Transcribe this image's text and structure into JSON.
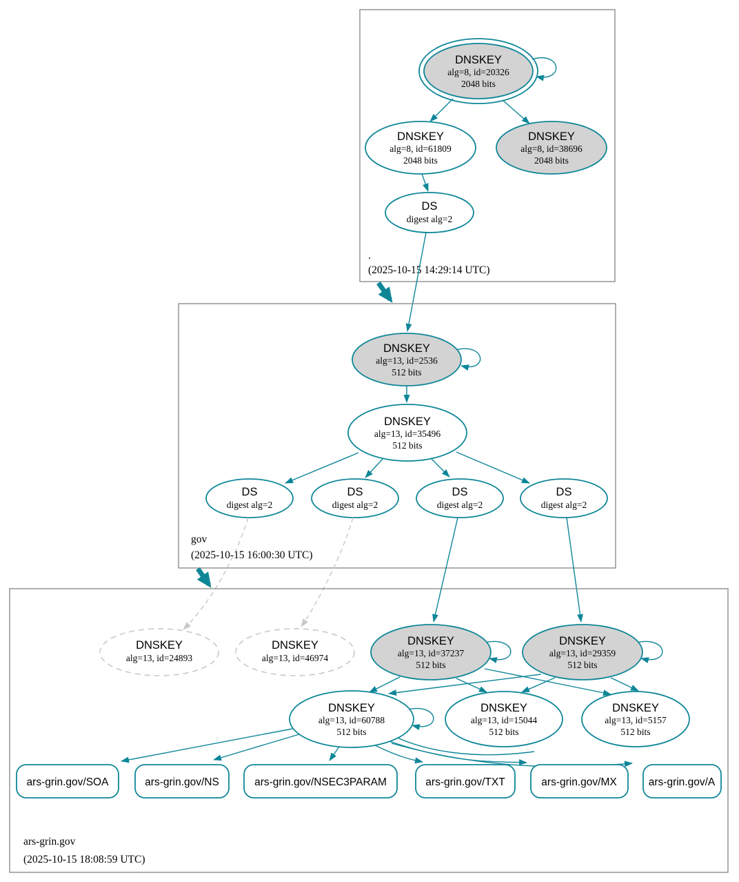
{
  "colors": {
    "secure_teal": "#0e8698",
    "sep_key_fill": "#d3d3d3",
    "missing_key_gray": "#c8c8c8",
    "zone_border_gray": "#7a7a7a"
  },
  "zones": {
    "root": {
      "label": ".",
      "timestamp": "(2025-10-15 14:29:14 UTC)",
      "nodes": {
        "ksk": {
          "title": "DNSKEY",
          "detail": "alg=8, id=20326",
          "bits": "2048 bits"
        },
        "zsk": {
          "title": "DNSKEY",
          "detail": "alg=8, id=61809",
          "bits": "2048 bits"
        },
        "key2": {
          "title": "DNSKEY",
          "detail": "alg=8, id=38696",
          "bits": "2048 bits"
        },
        "ds": {
          "title": "DS",
          "detail": "digest alg=2"
        }
      }
    },
    "gov": {
      "label": "gov",
      "timestamp": "(2025-10-15 16:00:30 UTC)",
      "nodes": {
        "ksk": {
          "title": "DNSKEY",
          "detail": "alg=13, id=2536",
          "bits": "512 bits"
        },
        "zsk": {
          "title": "DNSKEY",
          "detail": "alg=13, id=35496",
          "bits": "512 bits"
        },
        "ds1": {
          "title": "DS",
          "detail": "digest alg=2"
        },
        "ds2": {
          "title": "DS",
          "detail": "digest alg=2"
        },
        "ds3": {
          "title": "DS",
          "detail": "digest alg=2"
        },
        "ds4": {
          "title": "DS",
          "detail": "digest alg=2"
        }
      }
    },
    "arsgrin": {
      "label": "ars-grin.gov",
      "timestamp": "(2025-10-15 18:08:59 UTC)",
      "nodes": {
        "missing1": {
          "title": "DNSKEY",
          "detail": "alg=13, id=24893"
        },
        "missing2": {
          "title": "DNSKEY",
          "detail": "alg=13, id=46974"
        },
        "ksk1": {
          "title": "DNSKEY",
          "detail": "alg=13, id=37237",
          "bits": "512 bits"
        },
        "ksk2": {
          "title": "DNSKEY",
          "detail": "alg=13, id=29359",
          "bits": "512 bits"
        },
        "zsk1": {
          "title": "DNSKEY",
          "detail": "alg=13, id=60788",
          "bits": "512 bits"
        },
        "zsk2": {
          "title": "DNSKEY",
          "detail": "alg=13, id=15044",
          "bits": "512 bits"
        },
        "zsk3": {
          "title": "DNSKEY",
          "detail": "alg=13, id=5157",
          "bits": "512 bits"
        }
      },
      "rrsets": [
        {
          "label": "ars-grin.gov/SOA"
        },
        {
          "label": "ars-grin.gov/NS"
        },
        {
          "label": "ars-grin.gov/NSEC3PARAM"
        },
        {
          "label": "ars-grin.gov/TXT"
        },
        {
          "label": "ars-grin.gov/MX"
        },
        {
          "label": "ars-grin.gov/A"
        }
      ]
    }
  }
}
